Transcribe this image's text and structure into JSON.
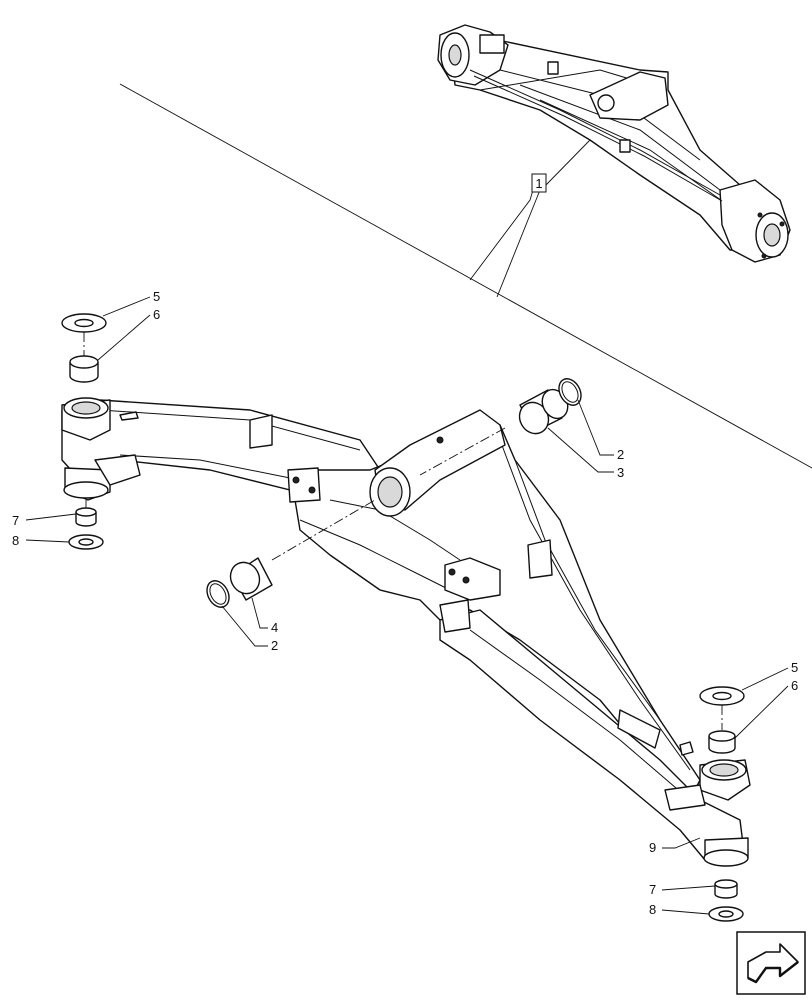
{
  "diagram": {
    "reference_box_label": "1",
    "callouts": {
      "washer_top_left": "5",
      "bushing_top_left": "6",
      "bushing_bottom_left": "7",
      "washer_bottom_left": "8",
      "ring_upper": "2",
      "sleeve_upper": "3",
      "sleeve_lower": "4",
      "ring_lower": "2",
      "washer_top_right": "5",
      "bushing_top_right": "6",
      "bracket_right": "9",
      "bushing_bottom_right": "7",
      "washer_bottom_right": "8"
    },
    "nav_icon": "arrow-forward-icon"
  }
}
